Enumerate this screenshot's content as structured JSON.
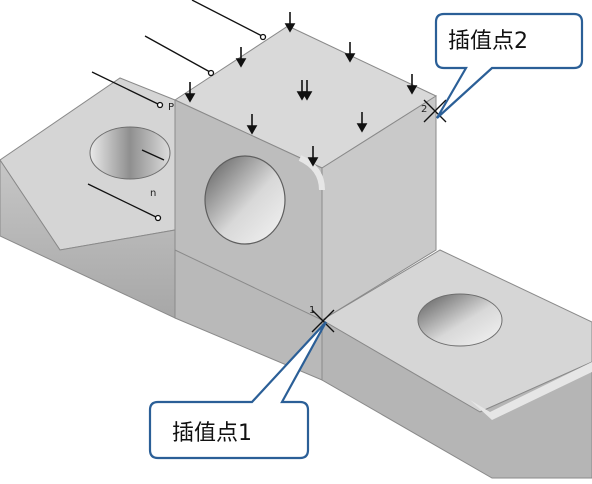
{
  "callouts": {
    "point1": "插值点1",
    "point2": "插值点2"
  },
  "labels": {
    "p": "P",
    "n": "n",
    "one": "1",
    "two": "2"
  },
  "colors": {
    "face_top": "#d7d7d7",
    "face_front": "#b4b4b4",
    "face_side": "#c4c4c4",
    "callout_border": "#2b5f97",
    "callout_fill": "#ffffff"
  }
}
